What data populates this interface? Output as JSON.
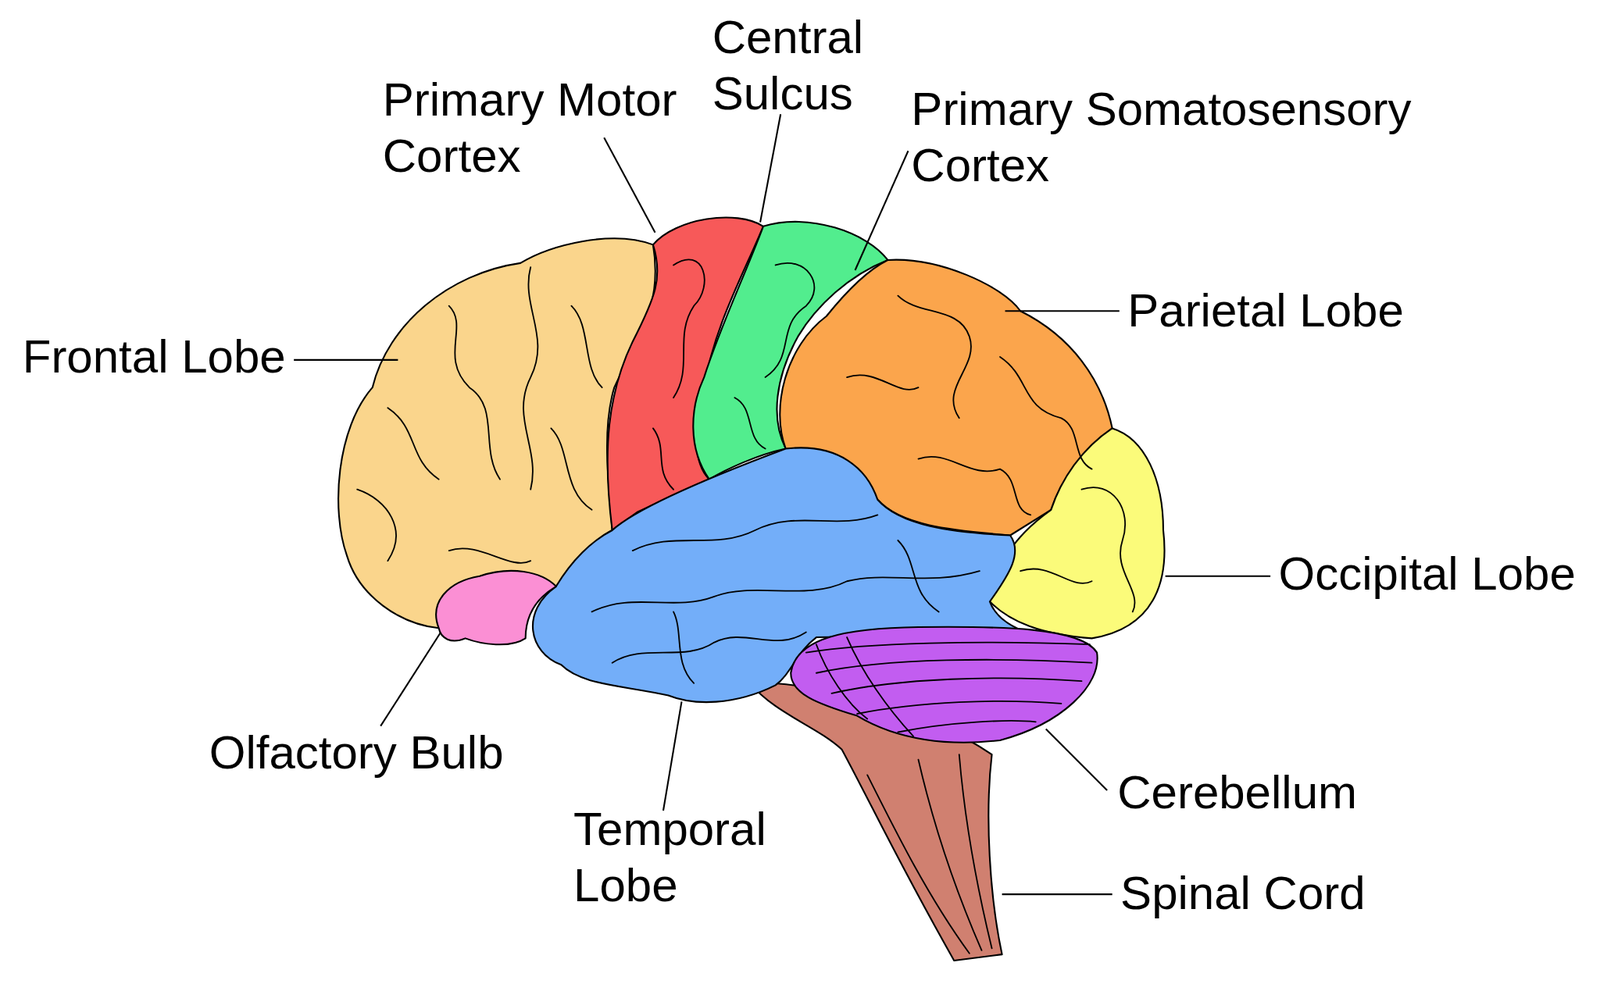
{
  "diagram": {
    "labels": [
      "Central Sulcus",
      "Primary Motor Cortex",
      "Primary Somatosensory Cortex",
      "Parietal Lobe",
      "Frontal Lobe",
      "Occipital Lobe",
      "Olfactory Bulb",
      "Cerebellum",
      "Temporal Lobe",
      "Spinal Cord"
    ]
  }
}
